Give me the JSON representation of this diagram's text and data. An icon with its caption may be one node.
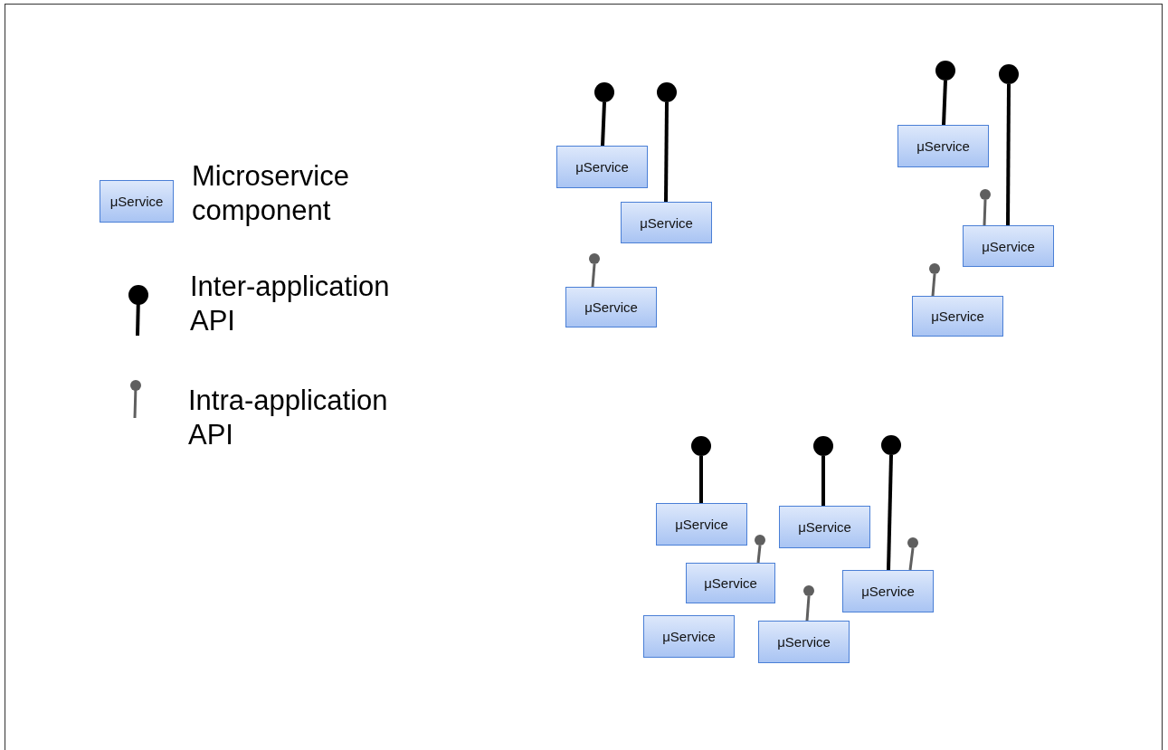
{
  "diagram": {
    "nodes": [
      {
        "text": [],
        "shape": "circle"
      },
      {
        "text": [],
        "shape": "circle"
      },
      {
        "text": [
          "μService"
        ]
      },
      {
        "text": [
          "μService"
        ]
      },
      {
        "text": [],
        "shape": "circle"
      },
      {
        "text": [
          "μService"
        ]
      },
      {
        "text": [],
        "shape": "circle"
      },
      {
        "text": [],
        "shape": "circle"
      },
      {
        "text": [
          "μService"
        ]
      },
      {
        "text": [],
        "shape": "circle"
      },
      {
        "text": [
          "μService"
        ]
      },
      {
        "text": [],
        "shape": "circle"
      },
      {
        "text": [
          "μService"
        ]
      },
      {
        "text": [],
        "shape": "circle"
      },
      {
        "text": [],
        "shape": "circle"
      },
      {
        "text": [],
        "shape": "circle"
      },
      {
        "text": [
          "μService"
        ]
      },
      {
        "text": [
          "μService"
        ]
      },
      {
        "text": [],
        "shape": "circle"
      },
      {
        "text": [],
        "shape": "circle"
      },
      {
        "text": [
          "μService"
        ]
      },
      {
        "text": [
          "μService"
        ]
      },
      {
        "text": [],
        "shape": "circle"
      },
      {
        "text": [
          "μService"
        ]
      },
      {
        "text": [
          "μService"
        ]
      }
    ],
    "edges": [
      {
        "from": 2,
        "to": 0,
        "arrow": "none"
      },
      {
        "from": 3,
        "to": 1,
        "arrow": "none"
      },
      {
        "from": 5,
        "to": 4,
        "arrow": "none",
        "color": "#5f5f5f"
      },
      {
        "from": 8,
        "to": 6,
        "arrow": "none"
      },
      {
        "from": 10,
        "to": 7,
        "arrow": "none"
      },
      {
        "from": 10,
        "to": 9,
        "arrow": "none",
        "color": "#5f5f5f"
      },
      {
        "from": 12,
        "to": 11,
        "arrow": "none",
        "color": "#5f5f5f"
      },
      {
        "from": 16,
        "to": 13,
        "arrow": "none"
      },
      {
        "from": 17,
        "to": 14,
        "arrow": "none"
      },
      {
        "from": 21,
        "to": 15,
        "arrow": "none"
      },
      {
        "from": 20,
        "to": 18,
        "arrow": "none",
        "color": "#5f5f5f"
      },
      {
        "from": 21,
        "to": 19,
        "arrow": "none",
        "color": "#5f5f5f"
      },
      {
        "from": 24,
        "to": 22,
        "arrow": "none",
        "color": "#5f5f5f"
      }
    ],
    "labels": [
      "μService"
    ],
    "legend": [
      {
        "text": "Microservice component"
      },
      {
        "text": "Inter-application API"
      },
      {
        "text": "Intra-application API"
      }
    ]
  }
}
